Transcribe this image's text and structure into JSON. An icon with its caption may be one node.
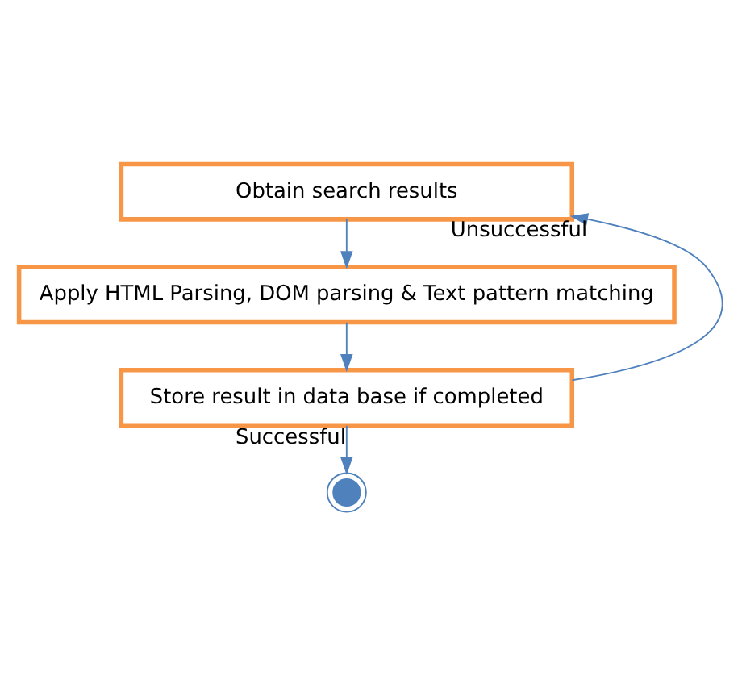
{
  "diagram": {
    "nodes": [
      {
        "text": [
          "Obtain search results"
        ]
      },
      {
        "text": [
          "Apply HTML Parsing, DOM parsing & Text pattern matching"
        ]
      },
      {
        "text": [
          "Store result in data base if completed"
        ]
      },
      {
        "text": [],
        "shape": "circle"
      }
    ],
    "edges": [
      {
        "from": 0,
        "to": 1,
        "arrow": "to"
      },
      {
        "from": 1,
        "to": 2,
        "arrow": "to"
      },
      {
        "from": 2,
        "to": 3,
        "arrow": "to",
        "label": "Successful"
      },
      {
        "from": 2,
        "to": 0,
        "arrow": "to",
        "label": "Unsuccessful"
      }
    ]
  }
}
